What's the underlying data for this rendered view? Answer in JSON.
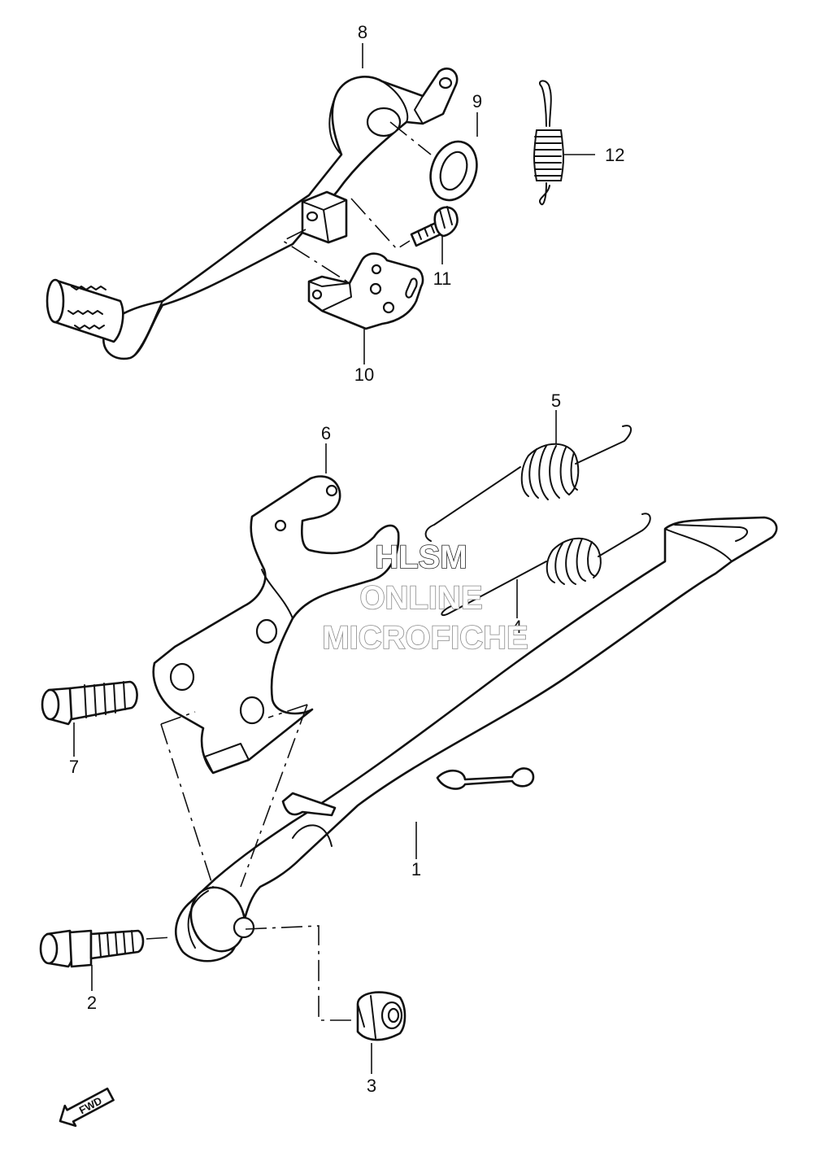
{
  "callouts": [
    "1",
    "2",
    "3",
    "4",
    "5",
    "6",
    "7",
    "8",
    "9",
    "10",
    "11",
    "12"
  ],
  "watermark": {
    "line1": "HLSM",
    "line2": "ONLINE",
    "line3": "MICROFICHE"
  },
  "direction_badge": {
    "label": "FWD",
    "icon": "fwd-arrow-icon"
  },
  "colors": {
    "line": "#111111",
    "background": "#ffffff",
    "watermark_outline": "#8a8a8a"
  }
}
